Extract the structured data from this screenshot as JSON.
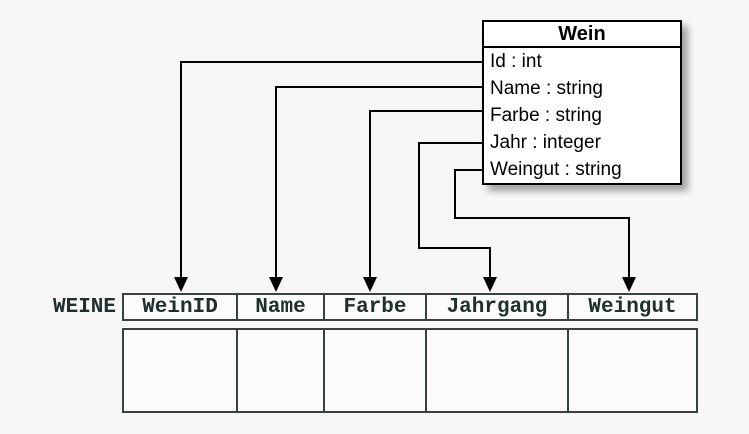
{
  "diagram": {
    "class_box": {
      "title": "Wein",
      "attributes": [
        "Id : int",
        "Name : string",
        "Farbe : string",
        "Jahr : integer",
        "Weingut : string"
      ]
    },
    "table": {
      "label": "WEINE",
      "columns": [
        "WeinID",
        "Name",
        "Farbe",
        "Jahrgang",
        "Weingut"
      ]
    },
    "mappings": [
      {
        "from": "Id",
        "to": "WeinID"
      },
      {
        "from": "Name",
        "to": "Name"
      },
      {
        "from": "Farbe",
        "to": "Farbe"
      },
      {
        "from": "Jahr",
        "to": "Jahrgang"
      },
      {
        "from": "Weingut",
        "to": "Weingut"
      }
    ],
    "colors": {
      "background": "#f7f7f7",
      "line": "#000000",
      "box_border": "#000000",
      "box_fill": "#ffffff",
      "table_border": "#37423f",
      "table_text": "#1f2e2e",
      "cell_fill": "#fbfbfb"
    }
  }
}
